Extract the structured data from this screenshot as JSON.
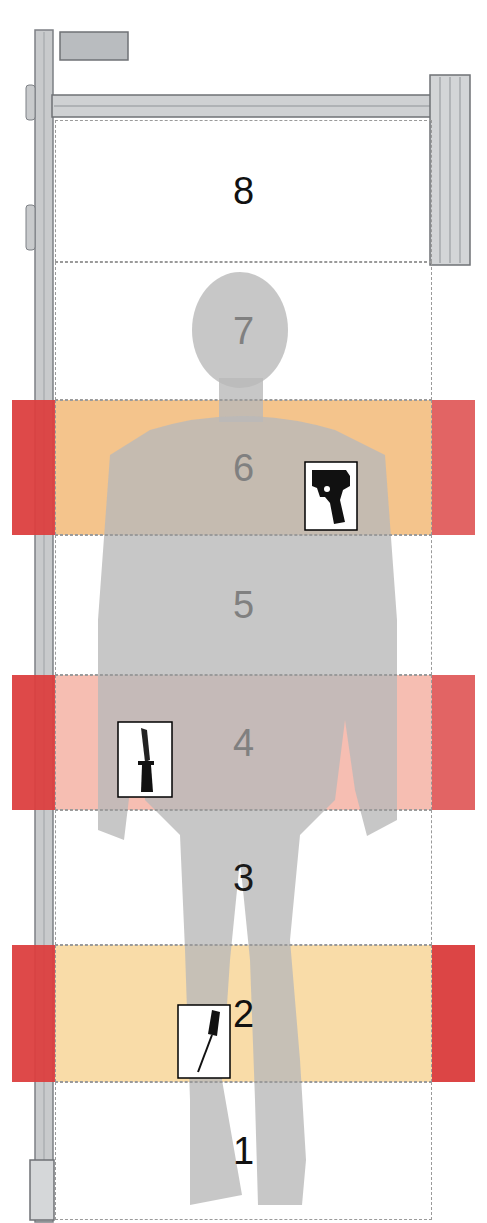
{
  "diagram": {
    "nodes": [
      {
        "text": [
          "8"
        ]
      },
      {
        "text": [
          "7"
        ]
      },
      {
        "text": [
          "6"
        ]
      },
      {
        "text": [
          "5"
        ]
      },
      {
        "text": [
          "4"
        ]
      },
      {
        "text": [
          "3"
        ]
      },
      {
        "text": [
          "2"
        ]
      },
      {
        "text": [
          "1"
        ]
      }
    ]
  }
}
